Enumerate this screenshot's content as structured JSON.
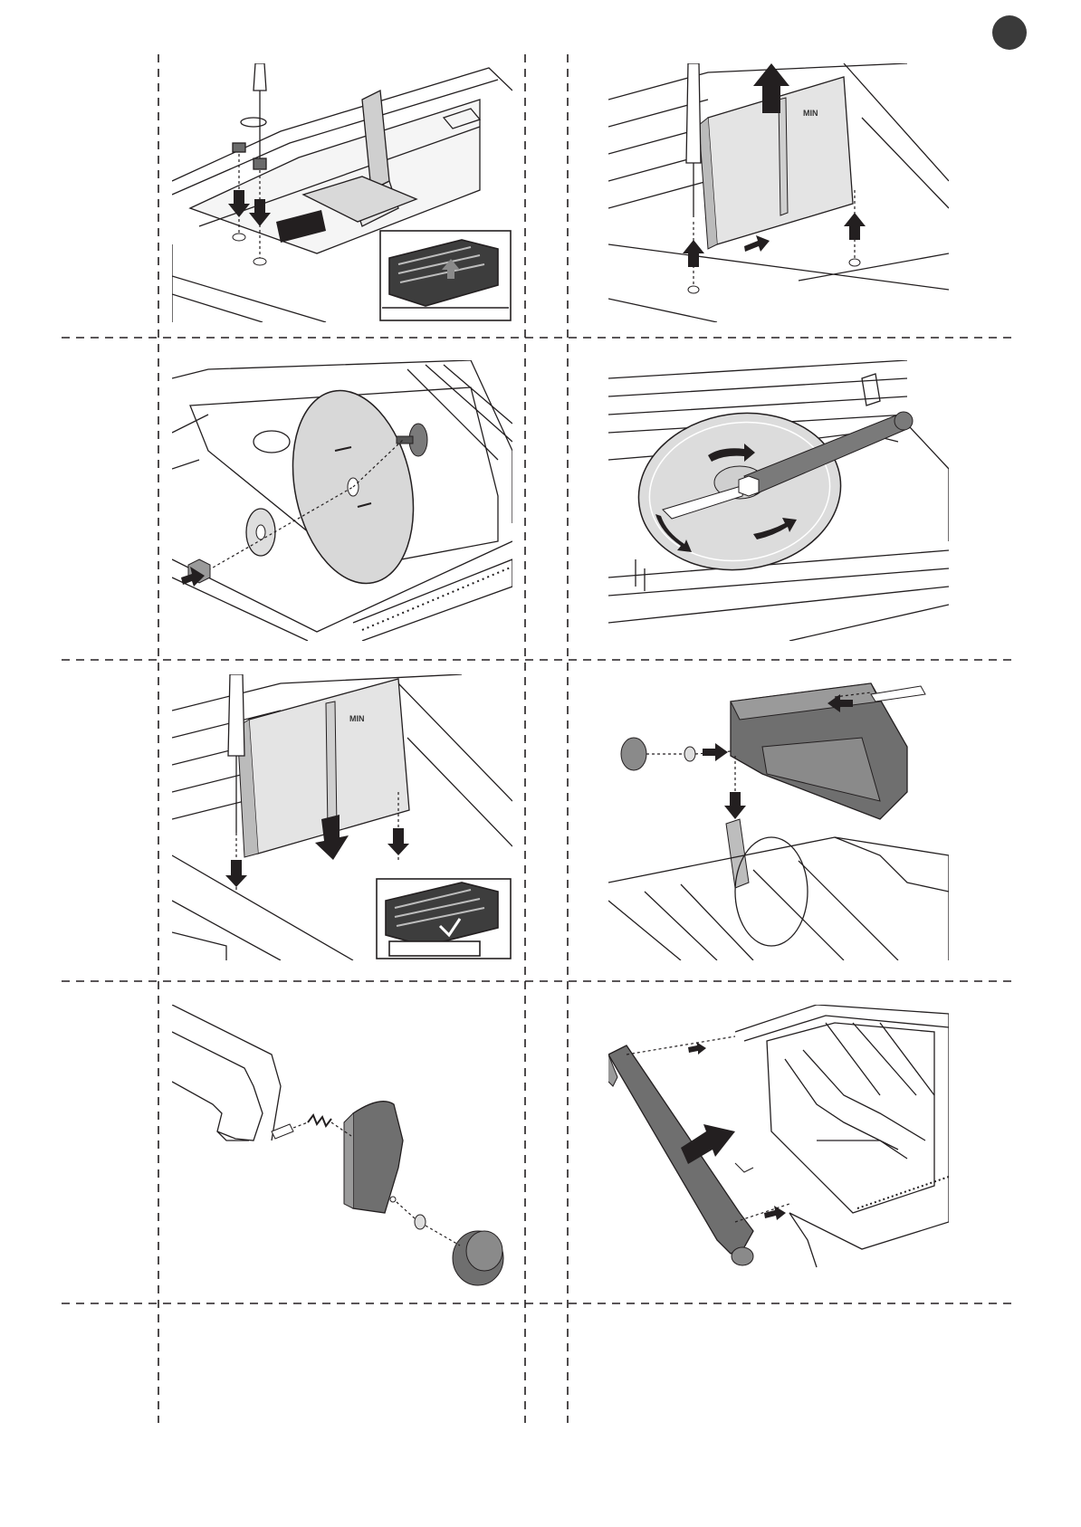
{
  "page": {
    "marker_icon": "filled-circle-icon",
    "marker_color": "#3a3a3a",
    "line_color": "#231f20"
  },
  "figures": [
    {
      "id": "fig-1",
      "content": "bracket-screw-install-illustration",
      "inset": true
    },
    {
      "id": "fig-2",
      "content": "blade-guard-removal-illustration",
      "cover_text": "MIN"
    },
    {
      "id": "fig-3",
      "content": "blade-flange-assembly-illustration"
    },
    {
      "id": "fig-4",
      "content": "blade-spanner-tightening-illustration"
    },
    {
      "id": "fig-5",
      "content": "blade-guard-refit-illustration",
      "cover_text": "MIN",
      "inset": true
    },
    {
      "id": "fig-6",
      "content": "top-guard-mounting-illustration"
    },
    {
      "id": "fig-7",
      "content": "handle-knob-assembly-illustration"
    },
    {
      "id": "fig-8",
      "content": "extension-arm-fitting-illustration"
    }
  ]
}
